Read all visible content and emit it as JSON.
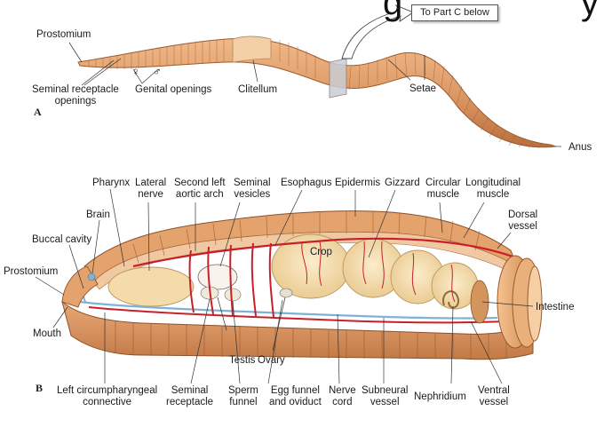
{
  "heading_fragment": "g",
  "heading_fragment_2": "y",
  "panel_a": {
    "letter": "A",
    "callout": "To Part C below",
    "labels": {
      "prostomium": "Prostomium",
      "seminal_receptacle_openings": "Seminal receptacle\nopenings",
      "female_symbol": "♀",
      "male_symbol": "♂",
      "genital_openings": "Genital openings",
      "clitellum": "Clitellum",
      "setae": "Setae",
      "anus": "Anus"
    }
  },
  "panel_b": {
    "letter": "B",
    "labels": {
      "pharynx": "Pharynx",
      "lateral_nerve": "Lateral\nnerve",
      "second_left_aortic_arch": "Second left\naortic arch",
      "seminal_vesicles": "Seminal\nvesicles",
      "esophagus": "Esophagus",
      "epidermis": "Epidermis",
      "gizzard": "Gizzard",
      "circular_muscle": "Circular\nmuscle",
      "longitudinal_muscle": "Longitudinal\nmuscle",
      "dorsal_vessel": "Dorsal\nvessel",
      "brain": "Brain",
      "buccal_cavity": "Buccal cavity",
      "prostomium": "Prostomium",
      "crop": "Crop",
      "intestine": "Intestine",
      "mouth": "Mouth",
      "testis": "Testis",
      "ovary": "Ovary",
      "left_circumpharyngeal_connective": "Left circumpharyngeal\nconnective",
      "seminal_receptacle": "Seminal\nreceptacle",
      "sperm_funnel": "Sperm\nfunnel",
      "egg_funnel_and_oviduct": "Egg funnel\nand oviduct",
      "nerve_cord": "Nerve\ncord",
      "subneural_vessel": "Subneural\nvessel",
      "nephridium": "Nephridium",
      "ventral_vessel": "Ventral\nvessel"
    }
  },
  "colors": {
    "worm_body": "#dd9a66",
    "worm_dark": "#b86f3e",
    "clitellum": "#f2cfa4",
    "blood_vessel": "#c8202a",
    "gut": "#f3dcaa",
    "nerve": "#7fb2d6",
    "muscle_outer": "#d99a5e"
  }
}
